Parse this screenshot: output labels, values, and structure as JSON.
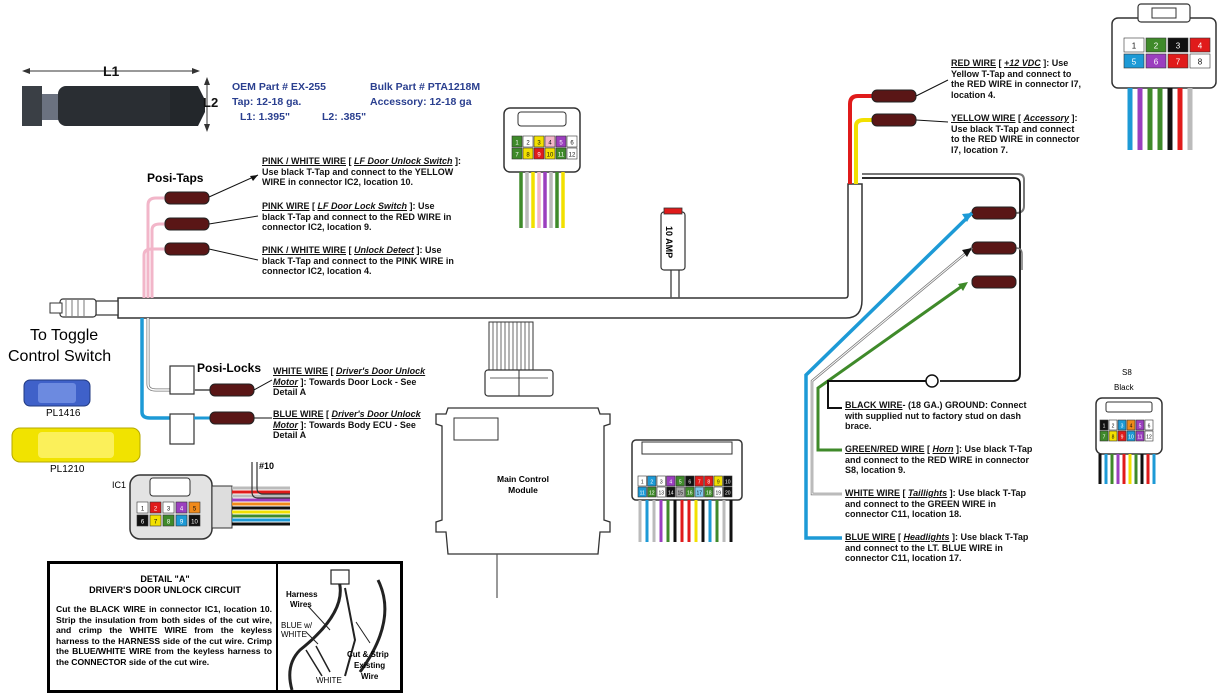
{
  "part_info": {
    "oem": "OEM Part # EX-255",
    "bulk": "Bulk Part # PTA1218M",
    "tap": "Tap: 12-18 ga.",
    "accessory": "Accessory: 12-18 ga",
    "l1": "L1: 1.395\"",
    "l2": "L2: .385\""
  },
  "dims": {
    "l1": "L1",
    "l2": "L2"
  },
  "labels": {
    "posi_taps": "Posi-Taps",
    "posi_locks": "Posi-Locks",
    "toggle_line1": "To Toggle",
    "toggle_line2": "Control Switch",
    "pl1416": "PL1416",
    "pl1210": "PL1210",
    "ic1": "IC1",
    "wire10": "#10",
    "fuse": "10 AMP",
    "module_line1": "Main Control",
    "module_line2": "Module",
    "s8": "S8",
    "s8_color": "Black",
    "detail_a": "Detail A"
  },
  "annotations": {
    "pink_white_1": {
      "wire": "PINK / WHITE WIRE",
      "func": "LF Door Unlock Switch",
      "text": "Use black T-Tap and connect to the YELLOW WIRE in connector IC2, location 10."
    },
    "pink": {
      "wire": "PINK WIRE",
      "func": "LF Door Lock Switch",
      "text": "Use black T-Tap and connect to the RED WIRE in connector IC2, location 9."
    },
    "pink_white_2": {
      "wire": "PINK / WHITE WIRE",
      "func": "Unlock Detect",
      "text": "Use black T-Tap and connect to the PINK WIRE in connector IC2, location 4."
    },
    "white": {
      "wire": "WHITE WIRE",
      "func": "Driver's Door Unlock Motor",
      "text": "Towards Door Lock - See"
    },
    "blue_lock": {
      "wire": "BLUE WIRE",
      "func": "Driver's Door Unlock Motor",
      "text": "Towards Body ECU - See"
    },
    "red": {
      "wire": "RED WIRE",
      "func": "+12 VDC",
      "text": "Use Yellow T-Tap and connect to the RED WIRE in connector I7, location 4."
    },
    "yellow": {
      "wire": "YELLOW WIRE",
      "func": "Accessory",
      "text": "Use black T-Tap and connect to the RED WIRE in connector I7, location 7."
    },
    "black": {
      "wire": "BLACK WIRE",
      "func": "(18 GA.) GROUND:",
      "text": "Connect with supplied nut to factory stud on dash brace."
    },
    "green_red": {
      "wire": "GREEN/RED WIRE",
      "func": "Horn",
      "text": "Use black T-Tap and connect to the RED WIRE in connector S8, location 9."
    },
    "white_tail": {
      "wire": "WHITE WIRE",
      "func": "Taillights",
      "text": "Use black T-Tap and connect to the GREEN WIRE in connector C11, location 18."
    },
    "blue_head": {
      "wire": "BLUE WIRE",
      "func": "Headlights",
      "text": "Use black T-Tap and connect to the LT. BLUE WIRE in connector C11, location 17."
    }
  },
  "detail": {
    "title1": "DETAIL \"A\"",
    "title2": "DRIVER'S DOOR UNLOCK CIRCUIT",
    "text": "Cut the BLACK WIRE in connector IC1, location 10. Strip the insulation from both sides of the cut wire, and crimp the WHITE WIRE from the keyless harness to the HARNESS side of the cut wire. Crimp the BLUE/WHITE WIRE from the keyless harness to the CONNECTOR side of the cut wire.",
    "harness1": "Harness",
    "harness2": "Wires",
    "bw1": "BLUE w/",
    "bw2": "WHITE",
    "cut1": "Cut & Strip",
    "cut2": "Existing",
    "cut3": "Wire",
    "white": "WHITE"
  },
  "connectors": {
    "ic1_pins": [
      "1",
      "2",
      "3",
      "4",
      "5",
      "6",
      "7",
      "8",
      "9",
      "10"
    ],
    "ic2_pins": [
      "1",
      "2",
      "3",
      "4",
      "5",
      "6",
      "7",
      "8",
      "9",
      "10",
      "11",
      "12"
    ],
    "i7_pins": [
      "1",
      "2",
      "3",
      "4",
      "5",
      "6",
      "7",
      "8"
    ],
    "c11_pins": [
      "1",
      "2",
      "3",
      "4",
      "5",
      "6",
      "7",
      "8",
      "9",
      "10",
      "11",
      "12",
      "13",
      "14",
      "15",
      "16",
      "17",
      "18",
      "19",
      "20"
    ],
    "s8_pins": [
      "1",
      "2",
      "3",
      "4",
      "5",
      "6",
      "7",
      "8",
      "9",
      "10",
      "11",
      "12"
    ]
  },
  "colors": {
    "pink": "#f2b6c9",
    "red": "#e01b1b",
    "yellow": "#f2e000",
    "blue": "#1d9ad6",
    "green": "#3f8a2a",
    "black": "#111111",
    "tap": "#5a1616",
    "ic1_colors": [
      "#ffffff",
      "#e01b1b",
      "#ffffff",
      "#9b3fbf",
      "#f08a1a",
      "#111111",
      "#f2e000",
      "#3f8a2a",
      "#1d9ad6",
      "#111111"
    ],
    "ic2_colors": [
      "#3f8a2a",
      "#ffffff",
      "#f2e000",
      "#f2b6c9",
      "#9b3fbf",
      "#ffffff",
      "#3f8a2a",
      "#f2e000",
      "#e01b1b",
      "#f2e000",
      "#3f8a2a",
      "#ffffff"
    ],
    "i7_colors": [
      "#ffffff",
      "#3f8a2a",
      "#111111",
      "#e01b1b",
      "#1d9ad6",
      "#9b3fbf",
      "#e01b1b",
      "#ffffff"
    ],
    "c11_colors": [
      "#ffffff",
      "#1d9ad6",
      "#ffffff",
      "#9b3fbf",
      "#3f8a2a",
      "#111111",
      "#e01b1b",
      "#e01b1b",
      "#f2e000",
      "#111111",
      "#1d9ad6",
      "#3f8a2a",
      "#ffffff",
      "#111111",
      "#aaaaaa",
      "#3f8a2a",
      "#7ec8f0",
      "#3f8a2a",
      "#ffffff",
      "#111111"
    ],
    "s8_colors": [
      "#111111",
      "#ffffff",
      "#1d9ad6",
      "#f08a1a",
      "#9b3fbf",
      "#ffffff",
      "#3f8a2a",
      "#f2e000",
      "#e01b1b",
      "#1d9ad6",
      "#9b3fbf",
      "#ffffff"
    ]
  }
}
